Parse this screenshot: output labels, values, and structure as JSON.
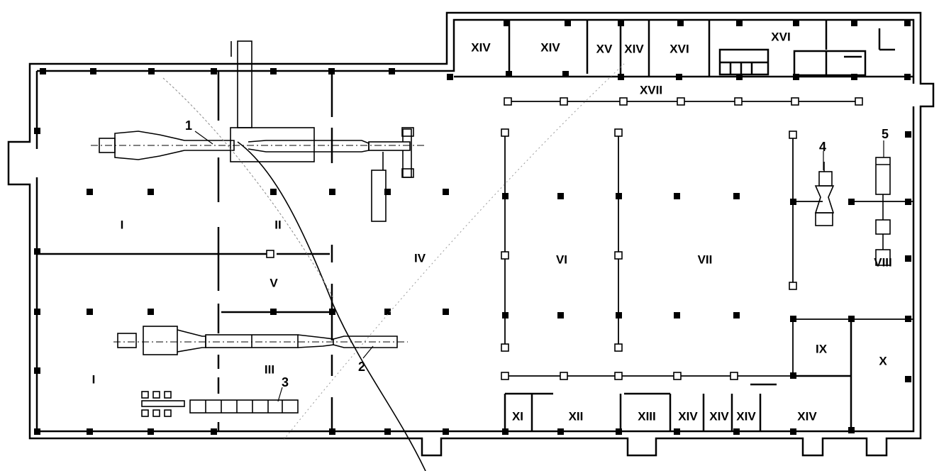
{
  "rooms": {
    "r_I_top": "I",
    "r_II": "II",
    "r_V": "V",
    "r_I_bottom": "I",
    "r_III": "III",
    "r_IV": "IV",
    "r_VI": "VI",
    "r_VII": "VII",
    "r_VIII": "VIII",
    "r_IX": "IX",
    "r_X": "X",
    "r_XI": "XI",
    "r_XII": "XII",
    "r_XIII": "XIII",
    "r_XIV_b1": "XIV",
    "r_XIV_b2": "XIV",
    "r_XIV_b3": "XIV",
    "r_XIV_b4": "XIV",
    "r_XIV_t1": "XIV",
    "r_XIV_t2": "XIV",
    "r_XV": "XV",
    "r_XIV_t3": "XIV",
    "r_XVI_1": "XVI",
    "r_XVI_2": "XVI",
    "r_XVII": "XVII"
  },
  "equipment": {
    "eq1": "1",
    "eq2": "2",
    "eq3": "3",
    "eq4": "4",
    "eq5": "5"
  },
  "colors": {
    "line": "#000000",
    "paper": "#ffffff"
  }
}
